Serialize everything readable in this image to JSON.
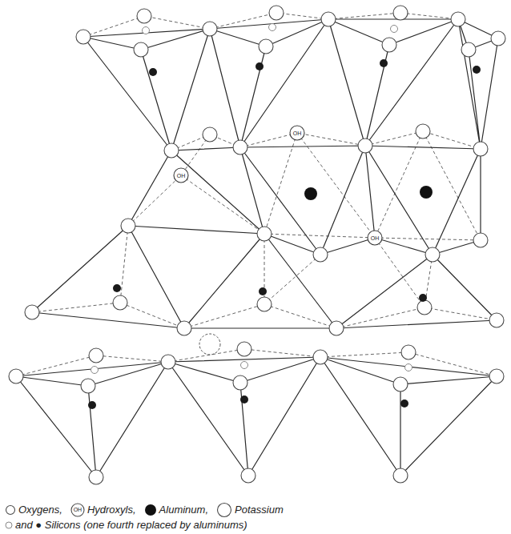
{
  "diagram": {
    "labels": [
      "OH",
      "OH",
      "OH",
      "OH"
    ],
    "legend": [
      {
        "text": "Oxygens,"
      },
      {
        "text": "Hydroxyls,"
      },
      {
        "text": "Aluminum,"
      },
      {
        "text": "Potassium"
      },
      {
        "text": "and ● Silicons (one fourth replaced by aluminums)"
      }
    ]
  }
}
